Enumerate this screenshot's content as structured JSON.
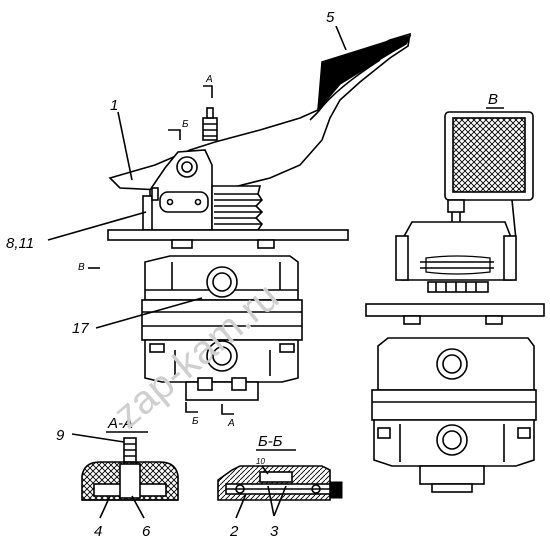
{
  "labels": {
    "l1": "1",
    "l5": "5",
    "l811": "8,11",
    "l17": "17",
    "lB_view": "В",
    "lB_small": "В",
    "lA_top": "А",
    "lB_top": "Б",
    "lB_bot": "Б",
    "lA_bot": "А",
    "l9": "9",
    "sectionAA": "А-А",
    "sectionBB": "Б-Б",
    "l10": "10",
    "l4": "4",
    "l6": "6",
    "l2": "2",
    "l3": "3"
  },
  "watermark": "zap-kam.ru",
  "colors": {
    "ink": "#000000",
    "paper": "#ffffff",
    "watermark": "#cfcfcf"
  }
}
